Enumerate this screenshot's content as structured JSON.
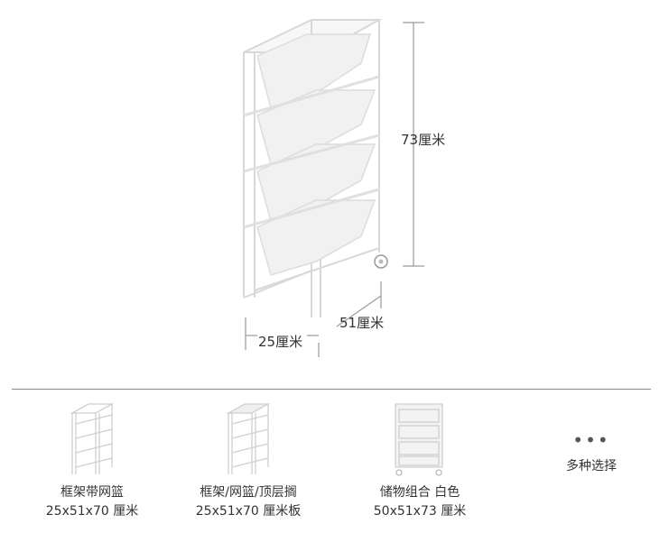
{
  "dimensions": {
    "height": "73厘米",
    "depth": "51厘米",
    "width": "25厘米"
  },
  "options": [
    {
      "name": "框架带网篮",
      "size": "25x51x70 厘米"
    },
    {
      "name": "框架/网篮/顶层搁",
      "size": "25x51x70 厘米板"
    },
    {
      "name": "储物组合 白色",
      "size": "50x51x73 厘米"
    }
  ],
  "more": {
    "dots": "•••",
    "label": "多种选择"
  },
  "colors": {
    "frame": "#e4e4e4",
    "mesh": "#f2f2f2",
    "line": "#9a9a9a"
  }
}
